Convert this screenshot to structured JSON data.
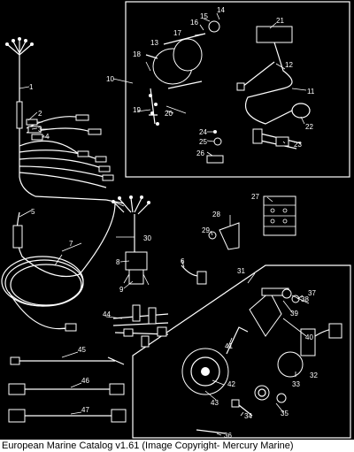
{
  "caption": "European Marine Catalog v1.61 (Image Copyright- Mercury Marine)",
  "part_numbers": [
    "1",
    "2",
    "3",
    "4",
    "5",
    "6",
    "7",
    "8",
    "9",
    "10",
    "11",
    "12",
    "13",
    "14",
    "15",
    "16",
    "17",
    "18",
    "19",
    "20",
    "21",
    "22",
    "23",
    "24",
    "25",
    "26",
    "27",
    "28",
    "29",
    "30",
    "31",
    "32",
    "33",
    "34",
    "35",
    "36",
    "37",
    "38",
    "39",
    "40",
    "41",
    "42",
    "43",
    "44",
    "45",
    "46",
    "47"
  ],
  "colors": {
    "background": "#000000",
    "line_art": "#ffffff",
    "caption_bg": "#ffffff",
    "caption_text": "#000000"
  }
}
